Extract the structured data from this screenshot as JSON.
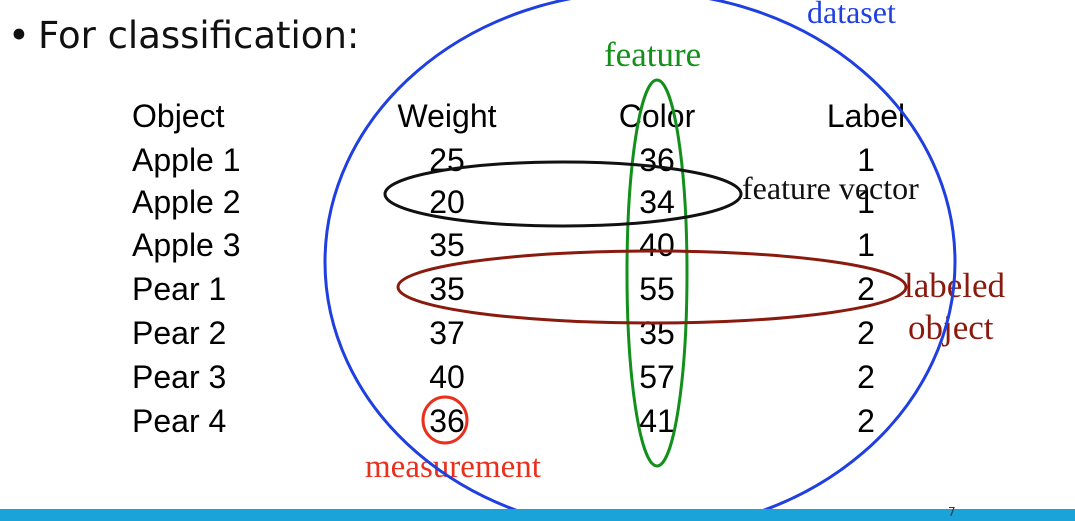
{
  "slide": {
    "bullet": "•",
    "heading": "For classification:"
  },
  "table": {
    "headers": [
      "Object",
      "Weight",
      "Color",
      "Label"
    ],
    "rows": [
      [
        "Apple 1",
        "25",
        "36",
        "1"
      ],
      [
        "Apple 2",
        "20",
        "34",
        "1"
      ],
      [
        "Apple 3",
        "35",
        "40",
        "1"
      ],
      [
        "Pear 1",
        "35",
        "55",
        "2"
      ],
      [
        "Pear 2",
        "37",
        "35",
        "2"
      ],
      [
        "Pear 3",
        "40",
        "57",
        "2"
      ],
      [
        "Pear 4",
        "36",
        "41",
        "2"
      ]
    ]
  },
  "annotations": {
    "dataset": "dataset",
    "feature": "feature",
    "feature_vector": "feature vector",
    "labeled_line1": "labeled",
    "labeled_line2": "object",
    "measurement": "measurement"
  },
  "colors": {
    "dataset": "#1f3fe0",
    "feature": "#12901a",
    "feature_vector": "#111111",
    "labeled_object": "#8a1a0e",
    "measurement": "#e8301c",
    "footer_bar": "#1aa3d8"
  },
  "footer": {
    "page_number": "7"
  }
}
